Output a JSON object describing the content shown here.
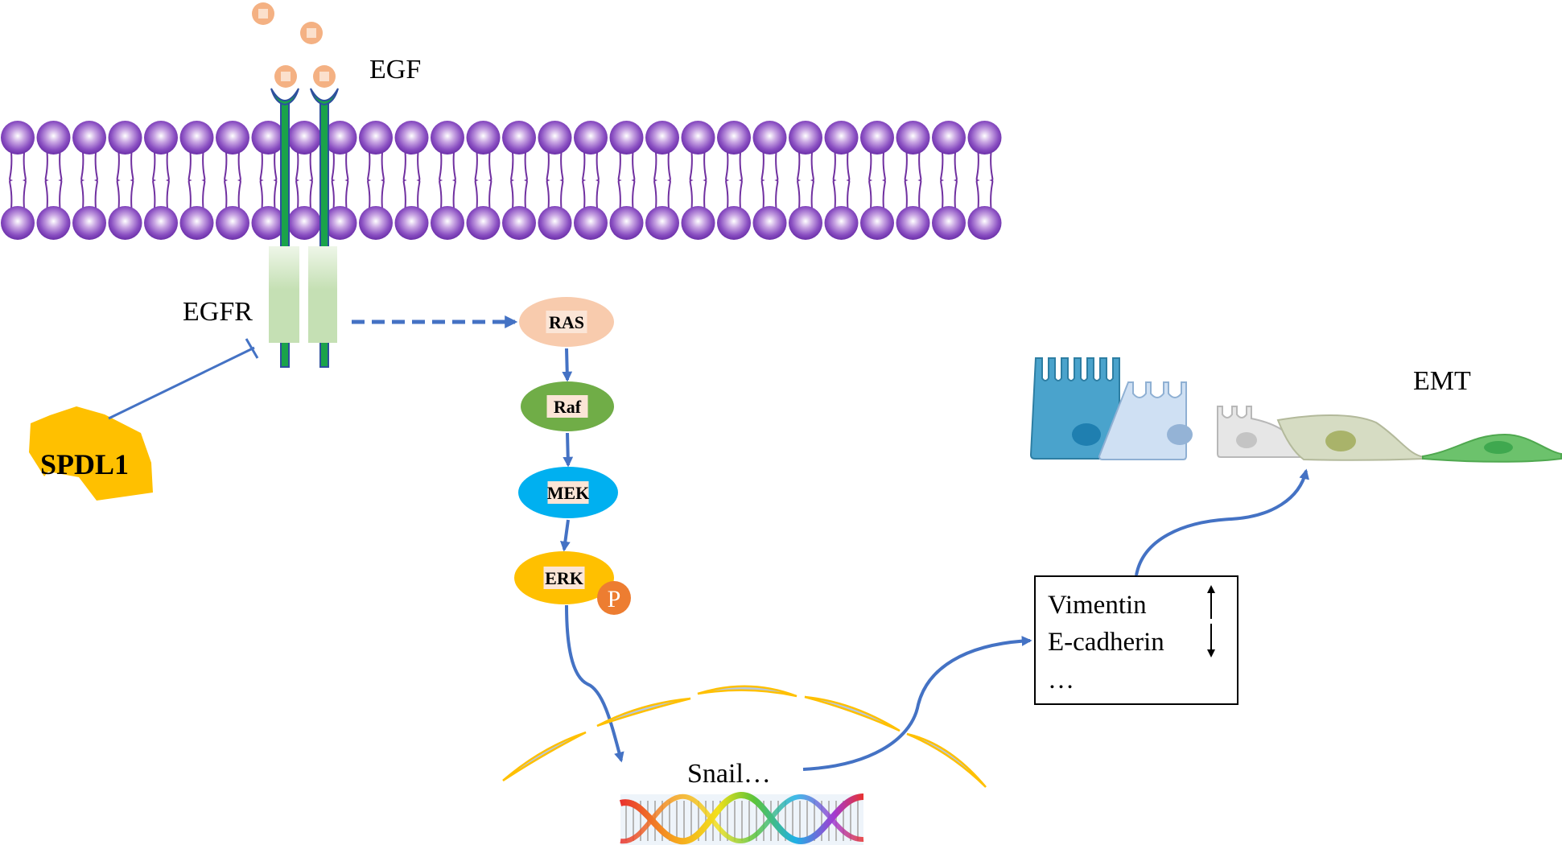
{
  "labels": {
    "ligand": "EGF",
    "receptor": "EGFR",
    "inhibitor": "SPDL1",
    "transcription_factor": "Snail…",
    "outcome": "EMT"
  },
  "pathway": [
    {
      "id": "ras",
      "label": "RAS",
      "color": "#f8cbad"
    },
    {
      "id": "raf",
      "label": "Raf",
      "color": "#70ad47"
    },
    {
      "id": "mek",
      "label": "MEK",
      "color": "#00b0f0"
    },
    {
      "id": "erk",
      "label": "ERK",
      "color": "#ffc000"
    }
  ],
  "phospho": {
    "label": "P",
    "color": "#ed7d31"
  },
  "markers_box": {
    "rows": [
      {
        "label": "Vimentin",
        "direction": "up"
      },
      {
        "label": "E-cadherin",
        "direction": "down"
      },
      {
        "label": "…",
        "direction": ""
      }
    ]
  },
  "emt_cells": [
    {
      "stage": "epithelial",
      "fill": "#4aa3cc",
      "nucleus": "#1f7fb0"
    },
    {
      "stage": "intermediate-1",
      "fill": "#cfe0f3",
      "nucleus": "#94b3d6"
    },
    {
      "stage": "intermediate-2",
      "fill": "#e6e6e6",
      "nucleus": "#c4c4c4"
    },
    {
      "stage": "intermediate-3",
      "fill": "#d6dcc3",
      "nucleus": "#a9b36a"
    },
    {
      "stage": "mesenchymal",
      "fill": "#6cc26c",
      "nucleus": "#3fa84f"
    }
  ],
  "colors": {
    "arrow": "#4472c4",
    "membrane": "#7030a0",
    "receptor": "#1aa34a",
    "receptor_outline": "#2e4f9e",
    "kinase_domain": "#c5e0b4",
    "egf": "#f4b183",
    "inhibitor": "#ffc000",
    "nuclear_envelope_fill": "#b4c7e7",
    "nuclear_envelope_stroke": "#ffc000"
  },
  "membrane": {
    "lipid_count": 28
  }
}
